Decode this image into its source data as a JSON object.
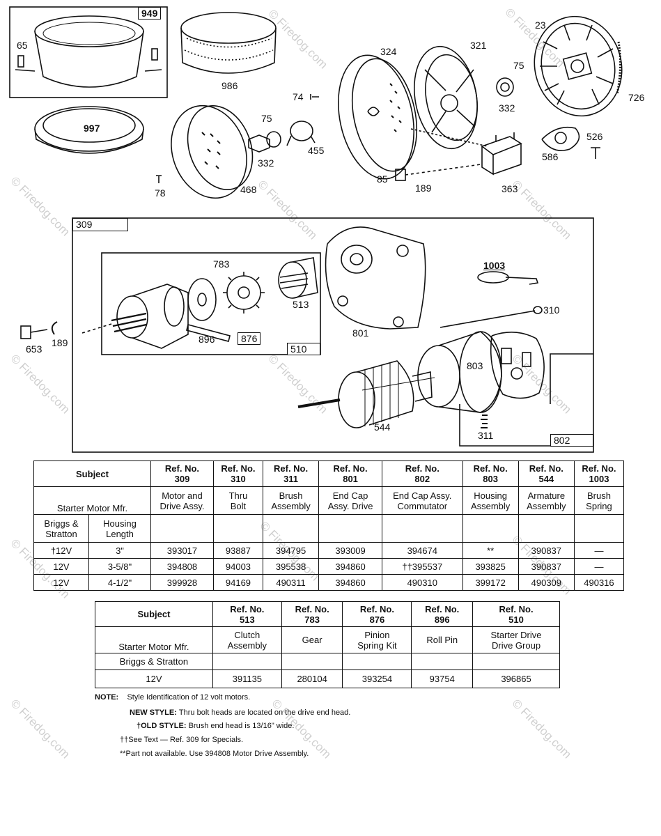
{
  "watermark": "© Firedog.com",
  "callouts": {
    "c949": "949",
    "c65": "65",
    "c986": "986",
    "c997": "997",
    "c78": "78",
    "c468": "468",
    "c75a": "75",
    "c332a": "332",
    "c455": "455",
    "c74": "74",
    "c324": "324",
    "c85": "85",
    "c189a": "189",
    "c321": "321",
    "c75b": "75",
    "c332b": "332",
    "c363": "363",
    "c23": "23",
    "c726": "726",
    "c586": "586",
    "c526": "526",
    "c309": "309",
    "c783": "783",
    "c513": "513",
    "c896": "896",
    "c876": "876",
    "c510": "510",
    "c801": "801",
    "c1003": "1003",
    "c310": "310",
    "c803": "803",
    "c544": "544",
    "c311": "311",
    "c802": "802",
    "c653": "653",
    "c189b": "189"
  },
  "table1": {
    "subject": "Subject",
    "refs": [
      "Ref. No.\n309",
      "Ref. No.\n310",
      "Ref. No.\n311",
      "Ref. No.\n801",
      "Ref. No.\n802",
      "Ref. No.\n803",
      "Ref. No.\n544",
      "Ref. No.\n1003"
    ],
    "mfr_label": "Starter Motor Mfr.",
    "descs": [
      "Motor and\nDrive Assy.",
      "Thru\nBolt",
      "Brush\nAssembly",
      "End Cap\nAssy. Drive",
      "End Cap Assy.\nCommutator",
      "Housing\nAssembly",
      "Armature\nAssembly",
      "Brush\nSpring"
    ],
    "col_a": "Briggs &\nStratton",
    "col_b": "Housing\nLength",
    "rows": [
      [
        "†12V",
        "3\"",
        "393017",
        "93887",
        "394795",
        "393009",
        "394674",
        "**",
        "390837",
        "—"
      ],
      [
        "12V",
        "3-5/8\"",
        "394808",
        "94003",
        "395538",
        "394860",
        "††395537",
        "393825",
        "390837",
        "—"
      ],
      [
        "12V",
        "4-1/2\"",
        "399928",
        "94169",
        "490311",
        "394860",
        "490310",
        "399172",
        "490309",
        "490316"
      ]
    ]
  },
  "table2": {
    "subject": "Subject",
    "refs": [
      "Ref. No.\n513",
      "Ref. No.\n783",
      "Ref. No.\n876",
      "Ref. No.\n896",
      "Ref. No.\n510"
    ],
    "mfr_label": "Starter Motor Mfr.",
    "descs": [
      "Clutch\nAssembly",
      "Gear",
      "Pinion\nSpring Kit",
      "Roll Pin",
      "Starter Drive\nDrive Group"
    ],
    "brand": "Briggs & Stratton",
    "row": [
      "12V",
      "391135",
      "280104",
      "393254",
      "93754",
      "396865"
    ]
  },
  "notes": {
    "n1_label": "NOTE:",
    "n1": "Style Identification of 12 volt motors.",
    "n2_label": "NEW STYLE:",
    "n2": "Thru bolt heads are located on the drive end head.",
    "n3_label": "†OLD STYLE:",
    "n3": "Brush end head is 13/16\" wide.",
    "n4": "††See Text — Ref. 309 for Specials.",
    "n5": "**Part not available. Use 394808 Motor Drive Assembly."
  }
}
